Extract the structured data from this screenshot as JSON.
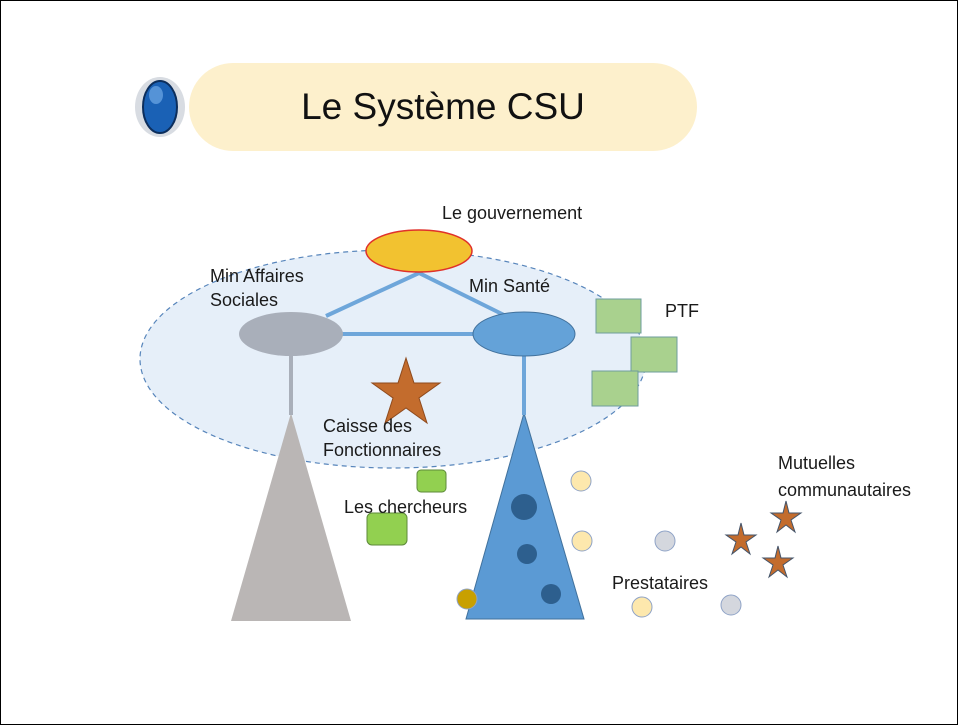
{
  "slide": {
    "title": "Le Système CSU"
  },
  "labels": {
    "gouvernement": "Le gouvernement",
    "min_affaires_line1": "Min Affaires",
    "min_affaires_line2": "Sociales",
    "min_sante": "Min Santé",
    "ptf": "PTF",
    "caisse_line1": "Caisse des",
    "caisse_line2": "Fonctionnaires",
    "chercheurs": "Les chercheurs",
    "mutuelles_line1": "Mutuelles",
    "mutuelles_line2": "communautaires",
    "prestataires": "Prestataires"
  },
  "colors": {
    "title_pill": "#fdf0cc",
    "gouvernement_fill": "#f2c230",
    "gouvernement_stroke": "#e0312a",
    "min_affaires_fill": "#a9afba",
    "min_sante_fill": "#64a2d8",
    "connector": "#6ea6da",
    "zone_fill": "#e5eff9",
    "zone_stroke": "#4f7fb8",
    "grey_pyramid": "#bab6b5",
    "blue_pyramid": "#5b9ad4",
    "dark_dot": "#2d5f8e",
    "green_box": "#a9d18e",
    "green_bright": "#92d050",
    "star": "#c36c2d",
    "pale_dot": "#fde8ad",
    "grey_dot": "#d4d7de",
    "gold_dot": "#c8a000"
  }
}
